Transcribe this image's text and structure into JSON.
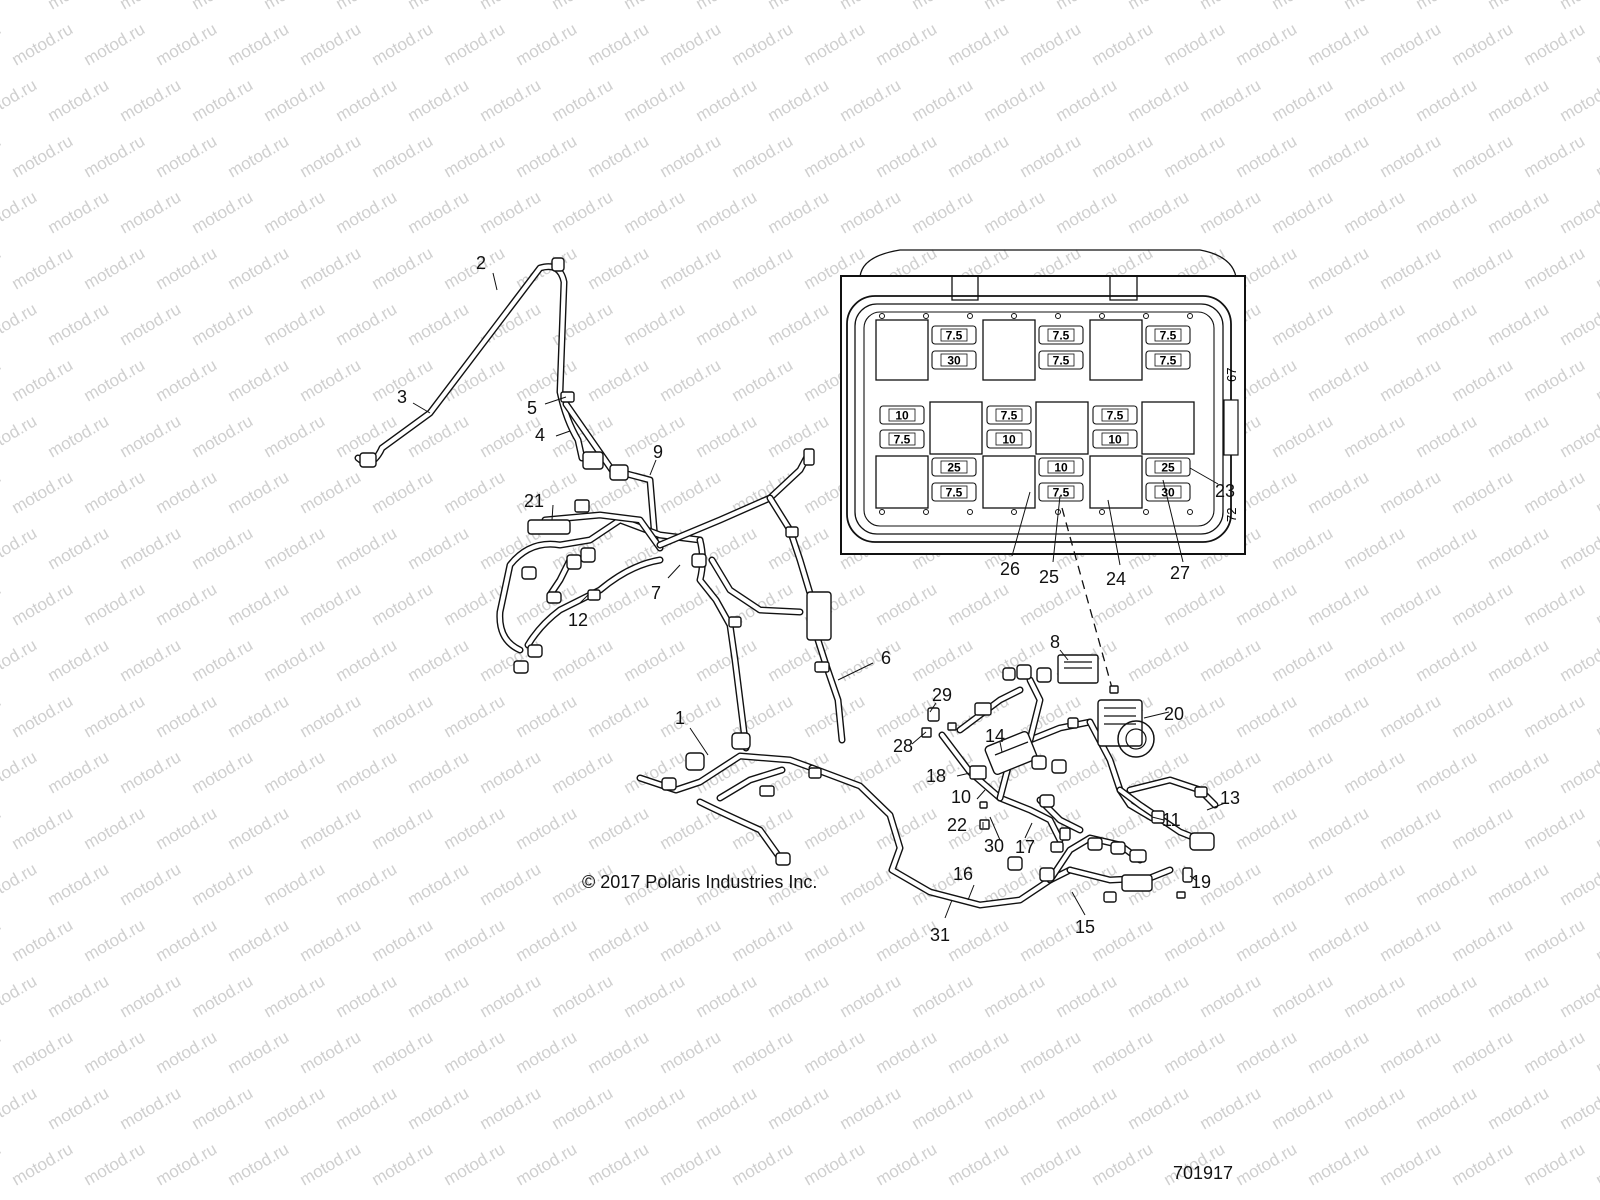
{
  "watermark": "motod.ru",
  "copyright": "© 2017 Polaris Industries Inc.",
  "part_number": "701917",
  "inset": {
    "side_labels": [
      "67",
      "72"
    ],
    "fuses_row1": [
      "7.5",
      "30",
      "7.5",
      "7.5",
      "7.5",
      "7.5"
    ],
    "fuses_row2": [
      "10",
      "7.5",
      "7.5",
      "10",
      "7.5",
      "10"
    ],
    "fuses_row3": [
      "25",
      "7.5",
      "10",
      "7.5",
      "25",
      "30"
    ]
  },
  "callouts": [
    "1",
    "2",
    "3",
    "4",
    "5",
    "6",
    "7",
    "8",
    "9",
    "10",
    "11",
    "12",
    "13",
    "14",
    "15",
    "16",
    "17",
    "18",
    "19",
    "20",
    "21",
    "22",
    "23",
    "24",
    "25",
    "26",
    "27",
    "28",
    "29",
    "30",
    "31"
  ]
}
